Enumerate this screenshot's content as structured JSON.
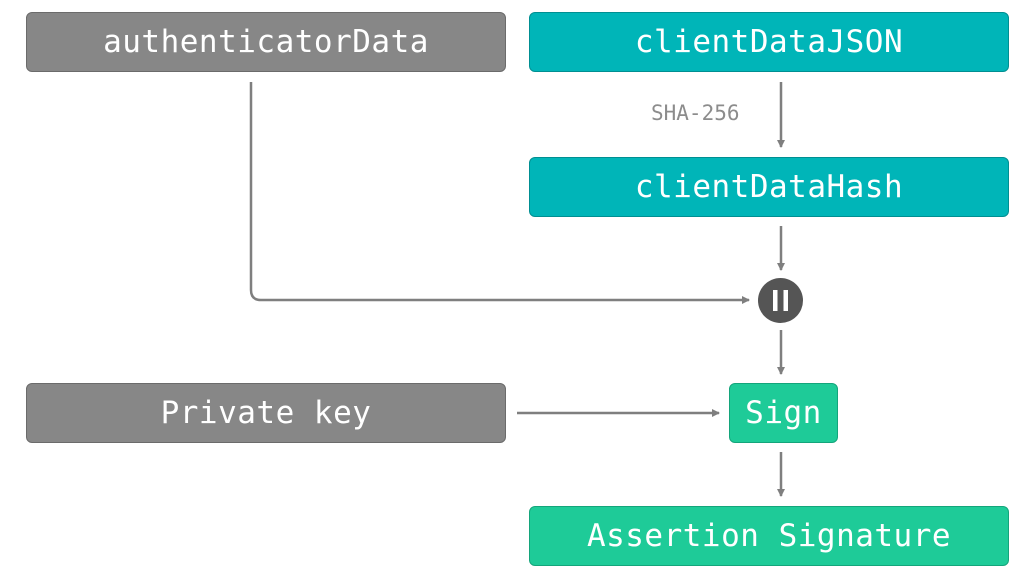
{
  "nodes": {
    "authenticator_data": "authenticatorData",
    "client_data_json": "clientDataJSON",
    "client_data_hash": "clientDataHash",
    "private_key": "Private key",
    "sign": "Sign",
    "assertion_signature": "Assertion Signature"
  },
  "edges": {
    "hash_label": "SHA-256"
  },
  "operator": {
    "symbol": "concatenation-icon"
  },
  "colors": {
    "gray_box": "#878787",
    "teal_box": "#00b5b8",
    "green_box": "#1ecb98",
    "connector": "#7f7f7f",
    "operator_fill": "#555555",
    "label_text": "#8c8c8c"
  }
}
